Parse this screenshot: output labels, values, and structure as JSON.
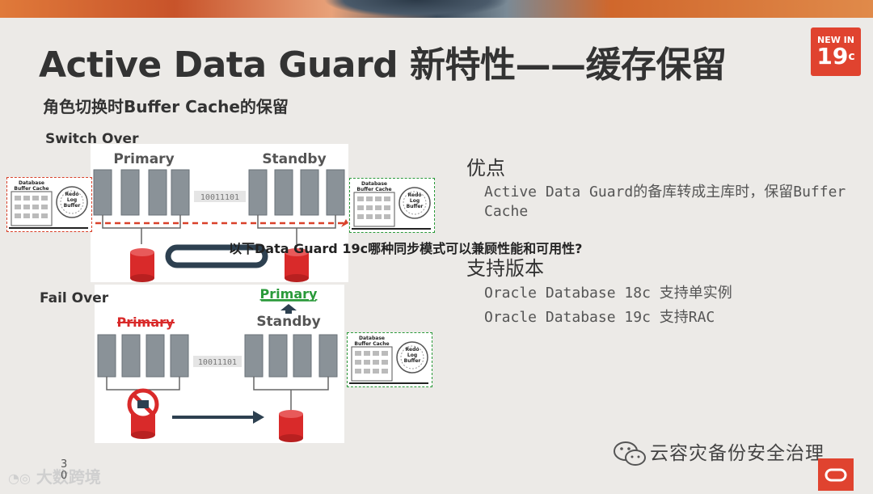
{
  "slide": {
    "title": "Active Data Guard 新特性——缓存保留",
    "badge_line1": "NEW IN",
    "badge_version": "19",
    "badge_sup": "c",
    "subtitle": "角色切换时Buffer Cache的保留",
    "page_number_top": "3",
    "page_number_bottom": "0"
  },
  "diagram": {
    "switch_over_label": "Switch Over",
    "fail_over_label": "Fail Over",
    "sw_primary": "Primary",
    "sw_standby": "Standby",
    "fo_primary_struck": "Primary",
    "fo_new_primary": "Primary",
    "fo_standby": "Standby",
    "binary_1": "10011101",
    "binary_2": "10011101",
    "cache_db_label": "Database Buffer Cache",
    "cache_redo_label": "Redo Log Buffer"
  },
  "content": {
    "advantages_heading": "优点",
    "advantages_text": "Active Data Guard的备库转成主库时，保留Buffer Cache",
    "question": "以下Data Guard 19c哪种同步模式可以兼顾性能和可用性?",
    "versions_heading": "支持版本",
    "version_1": "Oracle Database 18c 支持单实例",
    "version_2": "Oracle Database 19c 支持RAC"
  },
  "footer": {
    "wechat_account": "云容灾备份安全治理",
    "watermark": "大数跨境"
  },
  "colors": {
    "oracle_red": "#e0432f",
    "green": "#2a9a3a",
    "server_gray": "#8a9298"
  }
}
